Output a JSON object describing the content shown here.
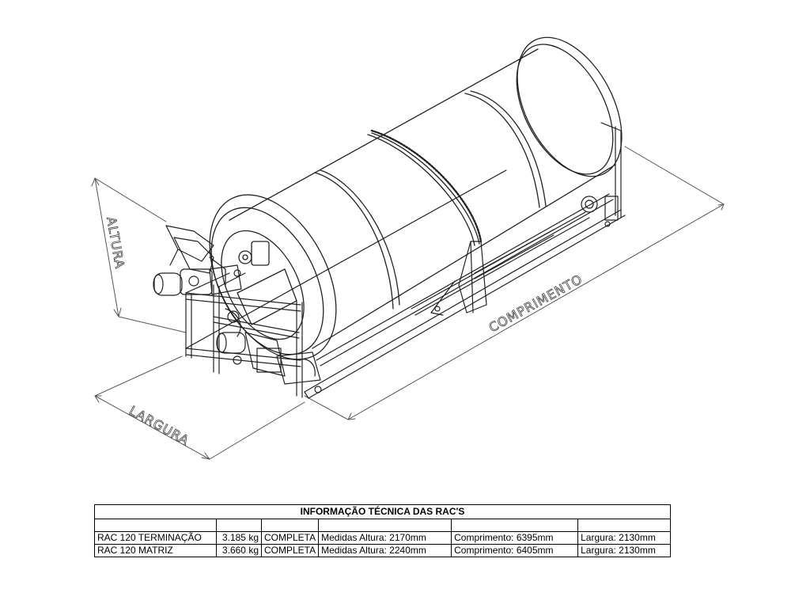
{
  "dimensions": {
    "height_label": "ALTURA",
    "length_label": "COMPRIMENTO",
    "width_label": "LARGURA"
  },
  "table": {
    "title": "INFORMAÇÃO TÉCNICA DAS RAC'S",
    "rows": [
      {
        "model": "RAC 120 TERMINAÇÃO",
        "weight": "3.185 kg",
        "type": "COMPLETA",
        "height": "Medidas Altura: 2170mm",
        "length": "Comprimento: 6395mm",
        "width": "Largura: 2130mm"
      },
      {
        "model": "RAC 120 MATRIZ",
        "weight": "3.660 kg",
        "type": "COMPLETA",
        "height": "Medidas Altura: 2240mm",
        "length": "Comprimento: 6405mm",
        "width": "Largura: 2130mm"
      }
    ]
  }
}
